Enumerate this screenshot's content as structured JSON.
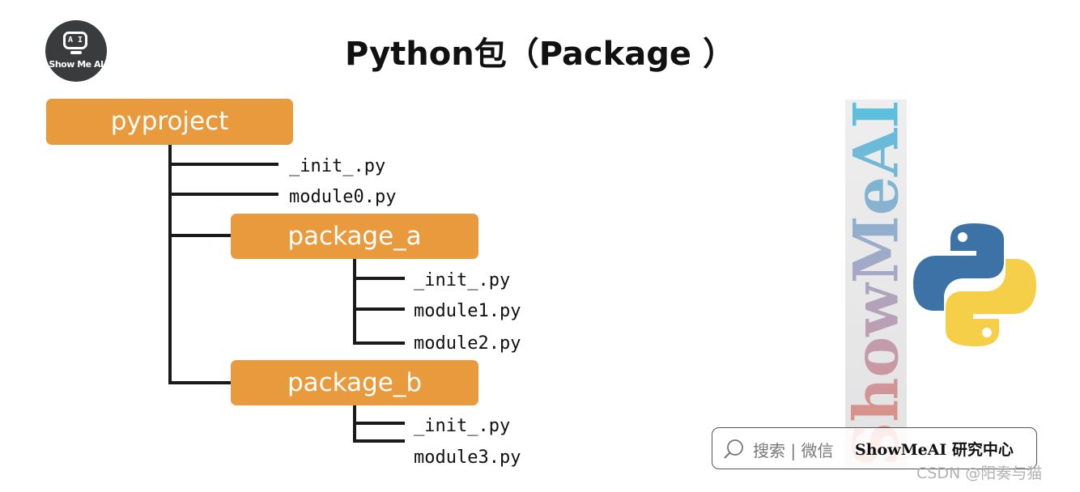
{
  "logo": {
    "face_text": "A I",
    "text": "Show Me AI"
  },
  "title": "Python包（Package ）",
  "tree": {
    "root": "pyproject",
    "root_files": [
      "_init_.py",
      "module0.py"
    ],
    "package_a": {
      "label": "package_a",
      "files": [
        "_init_.py",
        "module1.py",
        "module2.py"
      ]
    },
    "package_b": {
      "label": "package_b",
      "files": [
        "_init_.py",
        "module3.py"
      ]
    }
  },
  "watermark": {
    "vertical_text": "ShowMeAI",
    "search_text": "搜索 | 微信",
    "search_brand": "ShowMeAI 研究中心"
  },
  "footer": {
    "csdn": "CSDN @阳奏与猫"
  },
  "colors": {
    "box_fill": "#e89a3d",
    "line": "#1a1a1a",
    "python_blue": "#3d72a6",
    "python_yellow": "#f5cf48"
  }
}
